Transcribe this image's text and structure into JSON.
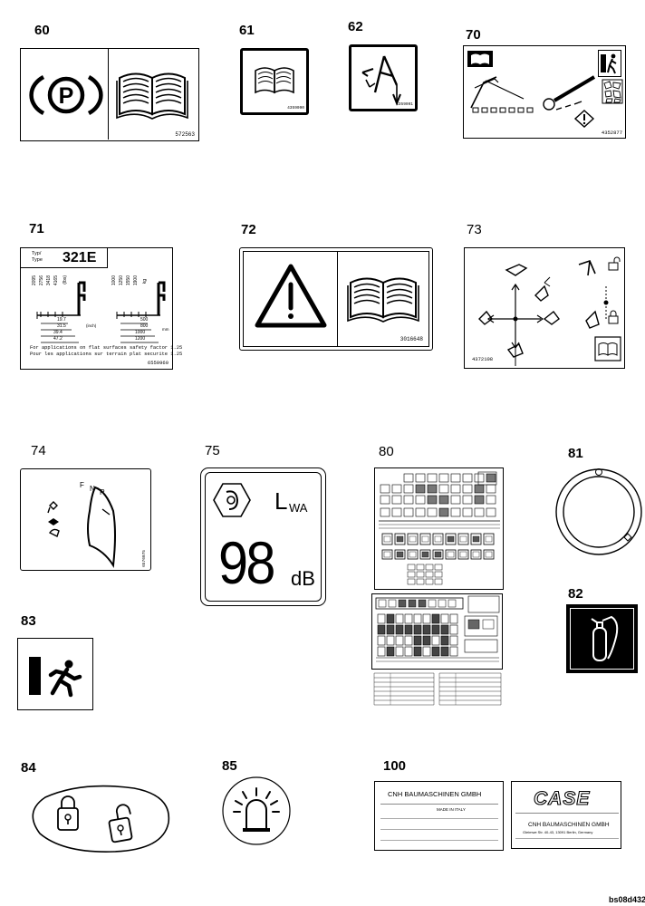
{
  "labels": {
    "l60": {
      "number": "60",
      "code": "572563"
    },
    "l61": {
      "number": "61",
      "code": "4359090"
    },
    "l62": {
      "number": "62",
      "code": "4359091"
    },
    "l70": {
      "number": "70",
      "code": "4352877"
    },
    "l71": {
      "number": "71",
      "type_line1": "Typ/",
      "type_line2": "Type",
      "model": "321E",
      "code": "6559960",
      "left_heights": [
        "2095",
        "2756",
        "3418",
        "4165"
      ],
      "left_dists": [
        "19.7",
        "31.5",
        "39.4",
        "47.2"
      ],
      "left_unit_v": "(lbs)",
      "left_unit_h": "(inch)",
      "right_heights": [
        "1000",
        "1250",
        "1550",
        "1900"
      ],
      "right_dists": [
        "500",
        "800",
        "1000",
        "1200"
      ],
      "right_unit_v": "kg",
      "right_unit_h": "mm",
      "note_en": "For applications on flat surfaces safety factor 1.25",
      "note_fr": "Pour les applications sur terrain plat securite 1.25"
    },
    "l72": {
      "number": "72",
      "code": "3016648"
    },
    "l73": {
      "number": "73",
      "code": "4372108"
    },
    "l74": {
      "number": "74",
      "code": "6576975",
      "gear_f": "F",
      "gear_n": "N",
      "gear_r": "R"
    },
    "l75": {
      "number": "75",
      "lwa_main": "L",
      "lwa_sub": "WA",
      "level": "98",
      "unit": "dB"
    },
    "l80": {
      "number": "80"
    },
    "l81": {
      "number": "81"
    },
    "l82": {
      "number": "82"
    },
    "l83": {
      "number": "83"
    },
    "l84": {
      "number": "84"
    },
    "l85": {
      "number": "85"
    },
    "l100": {
      "number": "100",
      "plate1_company": "CNH BAUMASCHINEN GMBH",
      "plate1_made": "MADE IN ITALY",
      "plate2_brand": "CASE",
      "plate2_company": "CNH BAUMASCHINEN GMBH",
      "plate2_address": "Gleimwe Str. 40-43, 13091 Berlin, Germany"
    }
  },
  "figure_ref": "bs08d432"
}
